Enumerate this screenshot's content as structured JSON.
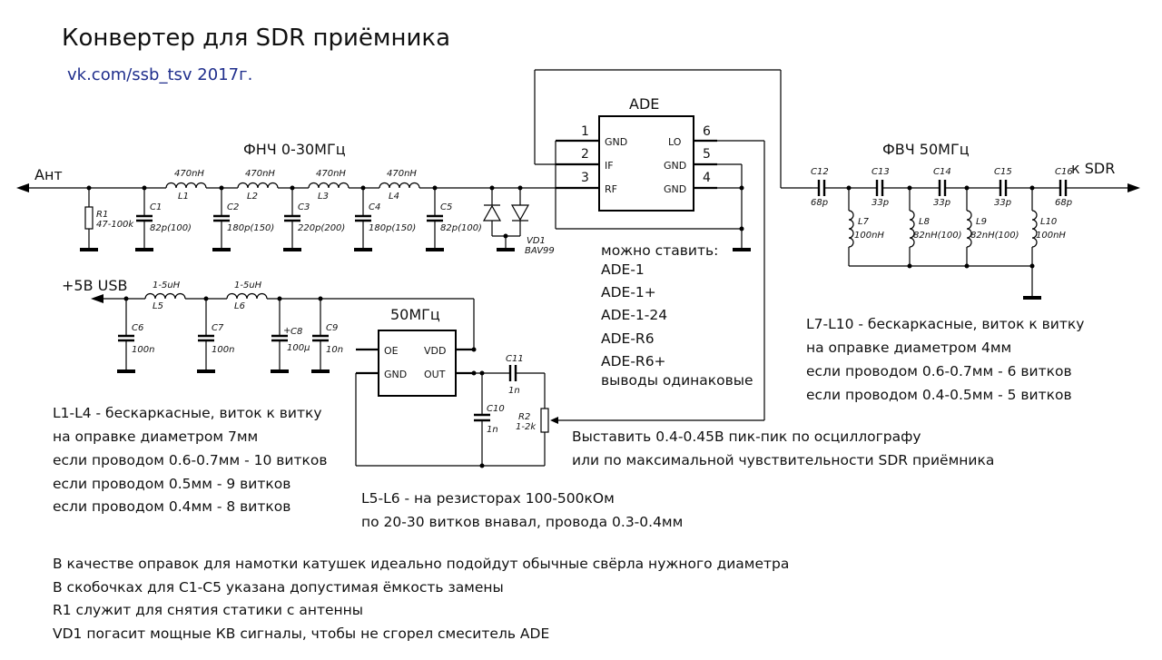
{
  "title": "Конвертер для SDR приёмника",
  "subtitle": "vk.com/ssb_tsv  2017г.",
  "lpf_label": "ФНЧ 0-30МГц",
  "hpf_label": "ФВЧ 50МГц",
  "ant_label": "Ант",
  "sdr_label": "к SDR",
  "power_label": "+5В USB",
  "osc_label": "50МГц",
  "mixer": {
    "name": "ADE",
    "pins": {
      "p1": "1",
      "p2": "2",
      "p3": "3",
      "p4": "4",
      "p5": "5",
      "p6": "6",
      "gnd1": "GND",
      "if": "IF",
      "rf": "RF",
      "lo": "LO",
      "gnd5": "GND",
      "gnd4": "GND"
    }
  },
  "osc": {
    "oe": "OE",
    "gnd": "GND",
    "vdd": "VDD",
    "out": "OUT"
  },
  "parts": {
    "r1": "R1",
    "r1v": "47-100k",
    "c1": "C1",
    "c1v": "82p(100)",
    "c2": "C2",
    "c2v": "180p(150)",
    "c3": "C3",
    "c3v": "220p(200)",
    "c4": "C4",
    "c4v": "180p(150)",
    "c5": "C5",
    "c5v": "82p(100)",
    "l1": "L1",
    "l2": "L2",
    "l3": "L3",
    "l4": "L4",
    "lv": "470nH",
    "vd1": "VD1",
    "vd1v": "BAV99",
    "c6": "C6",
    "c6v": "100n",
    "c7": "C7",
    "c7v": "100n",
    "c8": "C8",
    "c8v": "100µ",
    "c9": "C9",
    "c9v": "10n",
    "l5": "L5",
    "l6": "L6",
    "l56v": "1-5uH",
    "c10": "C10",
    "c10v": "1n",
    "c11": "C11",
    "c11v": "1n",
    "r2": "R2",
    "r2v": "1-2k",
    "c12": "C12",
    "c12v": "68p",
    "c13": "C13",
    "c13v": "33p",
    "c14": "C14",
    "c14v": "33p",
    "c15": "C15",
    "c15v": "33p",
    "c16": "C16",
    "c16v": "68p",
    "l7": "L7",
    "l7v": "100nH",
    "l8": "L8",
    "l8v": "82nH(100)",
    "l9": "L9",
    "l9v": "82nH(100)",
    "l10": "L10",
    "l10v": "100nH"
  },
  "plus_sign": "+",
  "ade_variants": {
    "header": "можно ставить:",
    "items": [
      "ADE-1",
      "ADE-1+",
      "ADE-1-24",
      "ADE-R6",
      "ADE-R6+"
    ],
    "footer": "выводы одинаковые"
  },
  "notes_l1l4": [
    "L1-L4 - бескаркасные, виток к витку",
    "на оправке диаметром 7мм",
    "если проводом 0.6-0.7мм - 10 витков",
    "если проводом 0.5мм - 9 витков",
    "если проводом 0.4мм - 8 витков"
  ],
  "notes_l7l10": [
    "L7-L10 - бескаркасные, виток к витку",
    "на оправке диаметром 4мм",
    "если проводом 0.6-0.7мм - 6 витков",
    "если проводом 0.4-0.5мм - 5 витков"
  ],
  "notes_l5l6": [
    "L5-L6 - на резисторах 100-500кОм",
    "по 20-30 витков внавал, провода 0.3-0.4мм"
  ],
  "notes_level": [
    "Выставить 0.4-0.45В пик-пик по осциллографу",
    "или по максимальной чувствительности SDR приёмника"
  ],
  "notes_bottom": [
    "В качестве оправок для намотки катушек идеально подойдут обычные свёрла нужного диаметра",
    "В скобочках для C1-C5 указана допустимая ёмкость замены",
    "R1 служит для снятия статики с антенны",
    "VD1 погасит мощные КВ сигналы, чтобы не сгорел смеситель ADE"
  ]
}
